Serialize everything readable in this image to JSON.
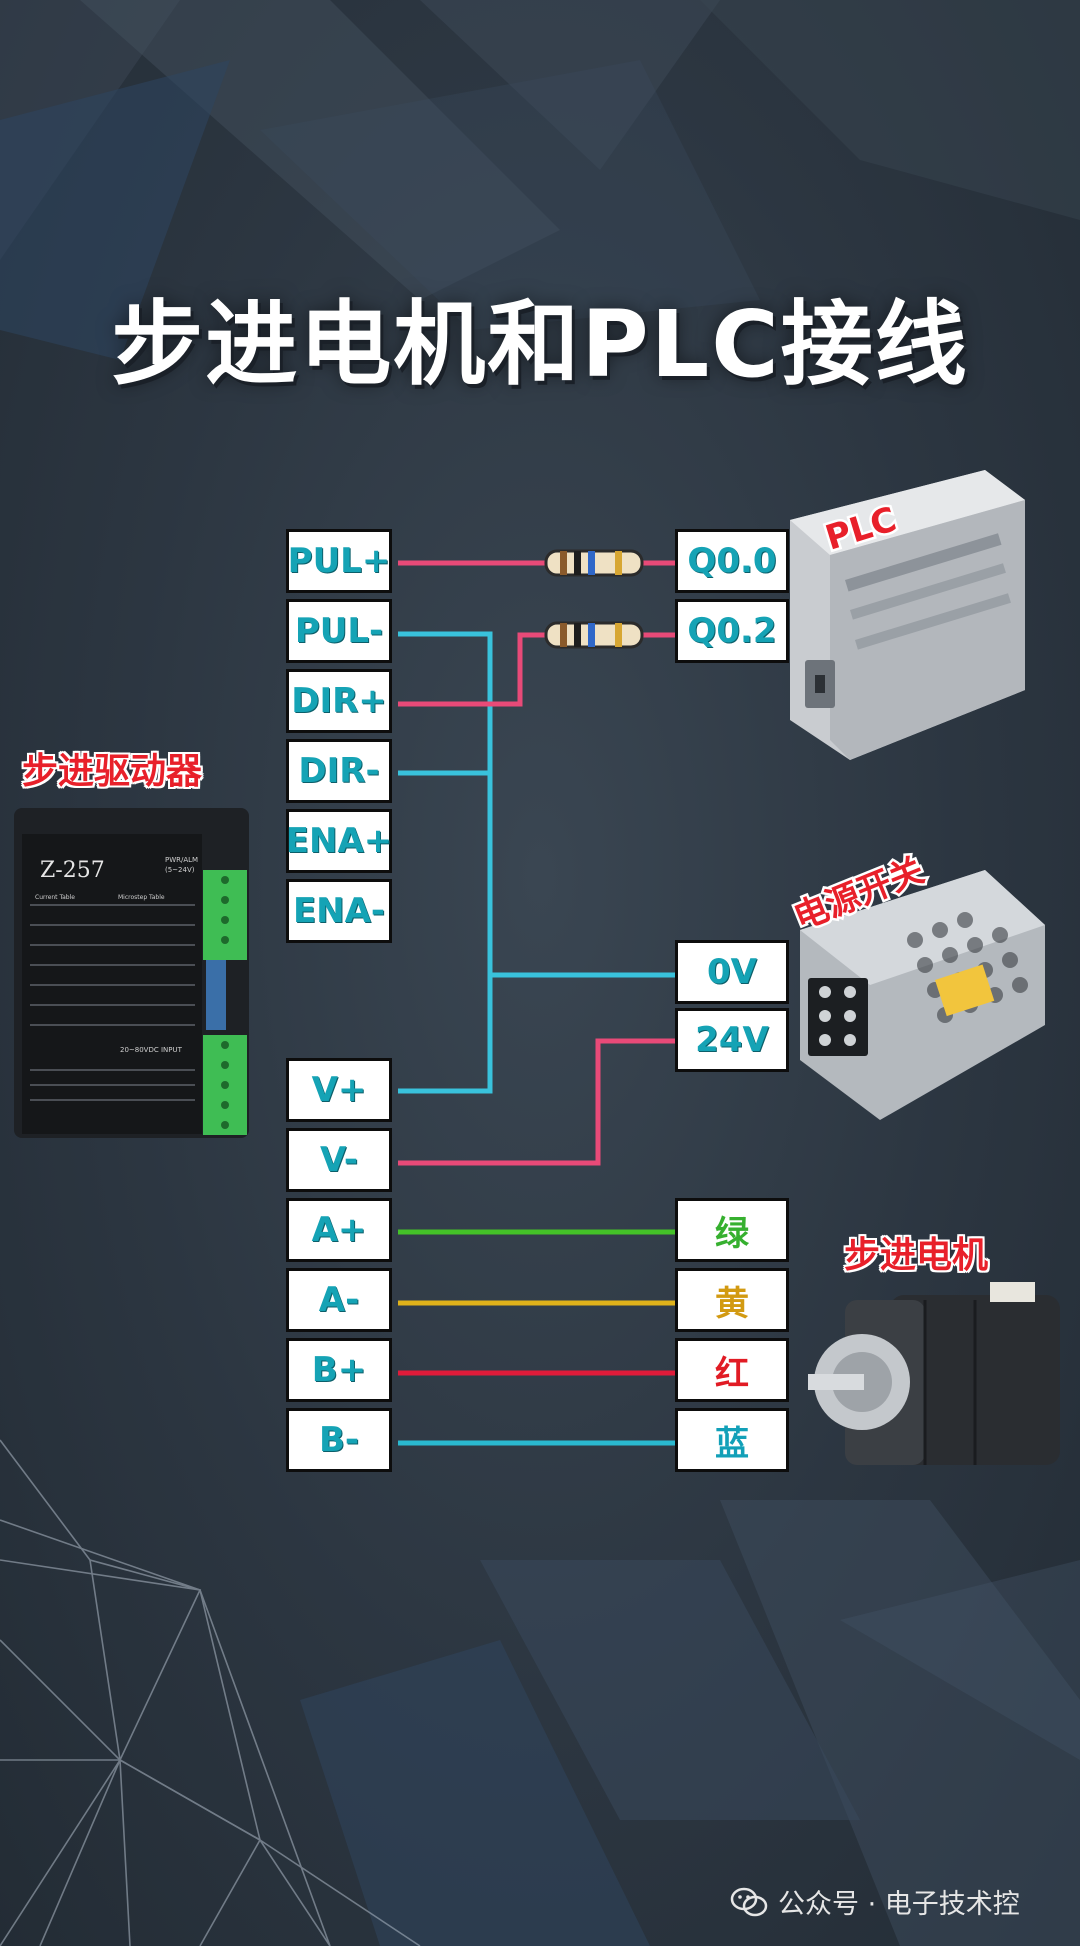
{
  "title": "步进电机和PLC接线",
  "devices": {
    "plc": "PLC",
    "driver": "步进驱动器",
    "power": "电源开关",
    "motor": "步进电机"
  },
  "driver_unit": {
    "model": "Z-257",
    "small_text_1": "PWR/ALM",
    "small_text_2": "(5~24V)",
    "input_text": "20~80VDC INPUT",
    "left_table": "Current Table",
    "right_table": "Microstep Table"
  },
  "driver_terminals": [
    "PUL+",
    "PUL-",
    "DIR+",
    "DIR-",
    "ENA+",
    "ENA-"
  ],
  "power_terminals_driver": [
    "V+",
    "V-"
  ],
  "motor_terminals_driver": [
    "A+",
    "A-",
    "B+",
    "B-"
  ],
  "plc_terminals": [
    "Q0.0",
    "Q0.2"
  ],
  "psu_terminals": [
    "0V",
    "24V"
  ],
  "motor_wires": [
    "绿",
    "黄",
    "红",
    "蓝"
  ],
  "colors": {
    "pink_wire": "#e84a78",
    "cyan_wire": "#39c2dc",
    "green_wire": "#44c228",
    "yellow_wire": "#e0b21a",
    "red_wire": "#e01b3a",
    "blue_wire": "#2ab9d0"
  },
  "watermark": "公众号 · 电子技术控"
}
